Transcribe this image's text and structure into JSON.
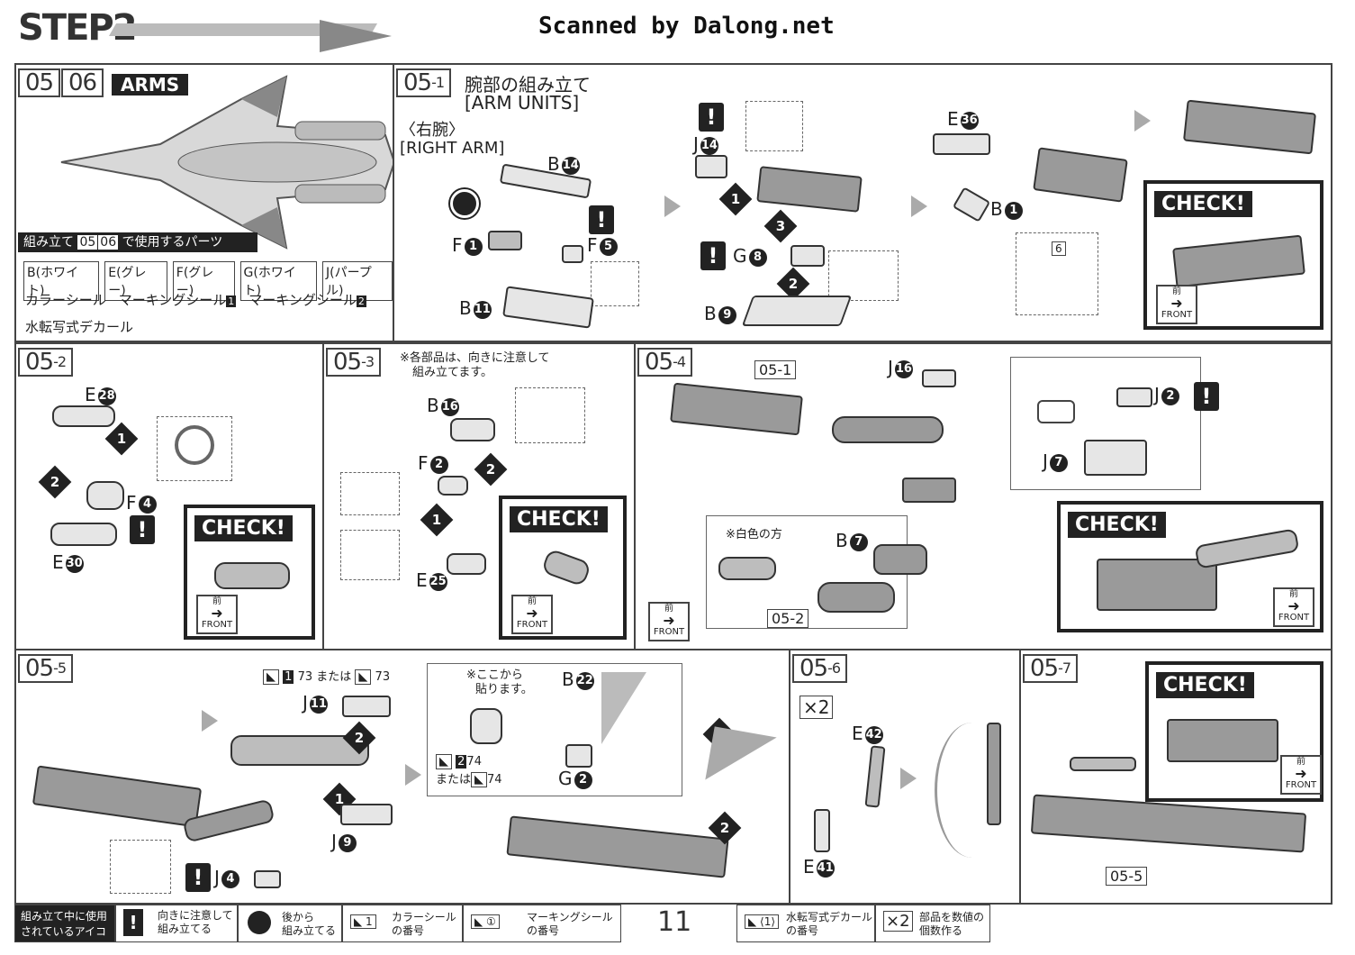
{
  "header": {
    "step": "STEP2",
    "scan_credit": "Scanned by Dalong.net"
  },
  "section_0506": {
    "step_a": "05",
    "step_b": "06",
    "title": "ARMS",
    "parts_heading_pre": "組み立て",
    "parts_heading_post": "で使用するパーツ",
    "runners": [
      "B(ホワイト)",
      "E(グレー)",
      "F(グレー)",
      "G(ホワイト)",
      "J(パープル)"
    ],
    "stickers": [
      "カラーシール",
      "マーキングシール",
      "マーキングシール"
    ],
    "sticker_nums": [
      "1",
      "2"
    ],
    "decal": "水転写式デカール"
  },
  "step_05_1": {
    "no": "05",
    "sub": "-1",
    "title_jp": "腕部の組み立て",
    "title_en": "[ARM UNITS]",
    "right_jp": "〈右腕〉",
    "right_en": "[RIGHT ARM]",
    "parts": [
      "B",
      "F",
      "F",
      "B",
      "J",
      "G",
      "B",
      "E",
      "B"
    ],
    "part_nums": [
      "14",
      "1",
      "5",
      "11",
      "14",
      "8",
      "9",
      "36",
      "1"
    ],
    "sticker_ref": "6"
  },
  "step_05_2": {
    "no": "05",
    "sub": "-2",
    "parts": [
      "E",
      "F",
      "E"
    ],
    "part_nums": [
      "28",
      "4",
      "30"
    ]
  },
  "step_05_3": {
    "no": "05",
    "sub": "-3",
    "note_line1": "※各部品は、向きに注意して",
    "note_line2": "組み立てます。",
    "parts": [
      "B",
      "F",
      "E"
    ],
    "part_nums": [
      "16",
      "2",
      "25"
    ]
  },
  "step_05_4": {
    "no": "05",
    "sub": "-4",
    "ref_a": "05-1",
    "ref_b": "05-2",
    "white_side": "※白色の方",
    "parts": [
      "J",
      "J",
      "J",
      "B"
    ],
    "part_nums": [
      "16",
      "2",
      "7",
      "7"
    ]
  },
  "step_05_5": {
    "no": "05",
    "sub": "-5",
    "or_text": "または",
    "start_note1": "※ここから",
    "start_note2": "貼ります。",
    "sticker_a": "73",
    "sticker_b": "74",
    "parts": [
      "J",
      "B",
      "G",
      "J",
      "J"
    ],
    "part_nums": [
      "11",
      "22",
      "2",
      "9",
      "4"
    ]
  },
  "step_05_6": {
    "no": "05",
    "sub": "-6",
    "multiplier": "×2",
    "parts": [
      "E",
      "E"
    ],
    "part_nums": [
      "42",
      "41"
    ]
  },
  "step_05_7": {
    "no": "05",
    "sub": "-7",
    "ref": "05-5"
  },
  "check_label": "CHECK!",
  "front_jp": "前",
  "front_en": "FRONT",
  "footer": {
    "title_line1": "組み立て中に使用",
    "title_line2": "されているアイコン",
    "items": [
      {
        "l1": "向きに注意して",
        "l2": "組み立てる"
      },
      {
        "l1": "後から",
        "l2": "組み立てる"
      },
      {
        "l1": "カラーシール",
        "l2": "の番号"
      },
      {
        "l1": "マーキングシール",
        "l2": "の番号"
      },
      {
        "l1": "水転写式デカール",
        "l2": "の番号"
      },
      {
        "l1": "部品を数値の",
        "l2": "個数作る"
      }
    ],
    "page": "11",
    "mult_icon": "×2"
  }
}
